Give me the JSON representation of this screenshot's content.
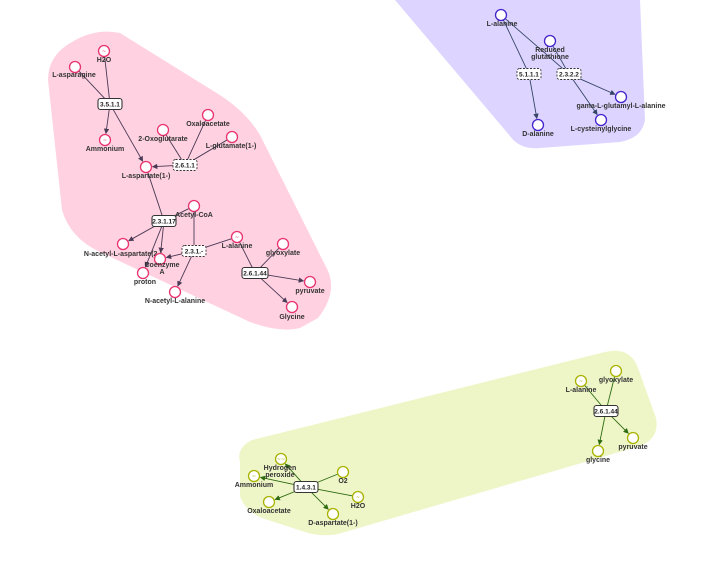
{
  "compartments": [
    {
      "id": "pink",
      "fill": "#ffd1e1",
      "node_color": "#e8336e",
      "edge_color": "#4a3a55",
      "metabolites": [
        {
          "id": "h2o",
          "label": "H2O",
          "glyph": "~"
        },
        {
          "id": "lasn",
          "label": "L-asparagine",
          "glyph": ""
        },
        {
          "id": "amm",
          "label": "Ammonium",
          "glyph": "~"
        },
        {
          "id": "oxo",
          "label": "2-Oxoglutarate",
          "glyph": ""
        },
        {
          "id": "oxa",
          "label": "Oxaloacetate",
          "glyph": ""
        },
        {
          "id": "lglu",
          "label": "L-glutamate(1-)",
          "glyph": ""
        },
        {
          "id": "lasp",
          "label": "L-aspartate(1-)",
          "glyph": ""
        },
        {
          "id": "acoa",
          "label": "Acetyl-CoA",
          "glyph": ""
        },
        {
          "id": "naasp",
          "label": "N-acetyl-L-aspartate(2-)",
          "glyph": ""
        },
        {
          "id": "coa",
          "label": "Coenzyme A",
          "glyph": ""
        },
        {
          "id": "proton",
          "label": "proton",
          "glyph": ""
        },
        {
          "id": "naala",
          "label": "N-acetyl-L-alanine",
          "glyph": ""
        },
        {
          "id": "lala",
          "label": "L-alanine",
          "glyph": "~"
        },
        {
          "id": "glyox",
          "label": "glyoxylate",
          "glyph": ""
        },
        {
          "id": "pyr",
          "label": "pyruvate",
          "glyph": ""
        },
        {
          "id": "gly",
          "label": "Glycine",
          "glyph": ""
        }
      ],
      "reactions": [
        {
          "id": "r1",
          "label": "3.5.1.1",
          "dashed": false
        },
        {
          "id": "r2",
          "label": "2.6.1.1",
          "dashed": true
        },
        {
          "id": "r3",
          "label": "2.3.1.17",
          "dashed": false
        },
        {
          "id": "r4",
          "label": "2.3.1.-",
          "dashed": true
        },
        {
          "id": "r5",
          "label": "2.6.1.44",
          "dashed": false
        }
      ]
    },
    {
      "id": "purple",
      "fill": "#ddd4ff",
      "node_color": "#4422cc",
      "edge_color": "#334466",
      "metabolites": [
        {
          "id": "lala2",
          "label": "L-alanine",
          "glyph": ""
        },
        {
          "id": "rglut",
          "label": "Reduced glutathione",
          "glyph": ""
        },
        {
          "id": "dala",
          "label": "D-alanine",
          "glyph": ""
        },
        {
          "id": "ggla",
          "label": "gama-L-glutamyl-L-alanine",
          "glyph": ""
        },
        {
          "id": "lcg",
          "label": "L-cysteinylglycine",
          "glyph": ""
        }
      ],
      "reactions": [
        {
          "id": "r6",
          "label": "5.1.1.1",
          "dashed": true
        },
        {
          "id": "r7",
          "label": "2.3.2.2",
          "dashed": true
        }
      ]
    },
    {
      "id": "green_right",
      "fill": "#eef6c8",
      "node_color": "#a8b200",
      "edge_color": "#335544",
      "metabolites": [
        {
          "id": "lala3",
          "label": "L-alanine",
          "glyph": "~"
        },
        {
          "id": "glyox3",
          "label": "glyoxylate",
          "glyph": ""
        },
        {
          "id": "gly3",
          "label": "glycine",
          "glyph": ""
        },
        {
          "id": "pyr3",
          "label": "pyruvate",
          "glyph": ""
        }
      ],
      "reactions": [
        {
          "id": "r8",
          "label": "2.6.1.44",
          "dashed": false
        }
      ]
    },
    {
      "id": "green_left",
      "fill": "#eef6c8",
      "node_color": "#a8b200",
      "edge_color": "#335544",
      "metabolites": [
        {
          "id": "hper",
          "label": "Hydrogen peroxide",
          "glyph": "~~"
        },
        {
          "id": "amm4",
          "label": "Ammonium",
          "glyph": "~"
        },
        {
          "id": "o2",
          "label": "O2",
          "glyph": ""
        },
        {
          "id": "h2o4",
          "label": "H2O",
          "glyph": "~"
        },
        {
          "id": "oxa4",
          "label": "Oxaloacetate",
          "glyph": ""
        },
        {
          "id": "dasp",
          "label": "D-aspartate(1-)",
          "glyph": ""
        }
      ],
      "reactions": [
        {
          "id": "r9",
          "label": "1.4.3.1",
          "dashed": false
        }
      ]
    }
  ]
}
